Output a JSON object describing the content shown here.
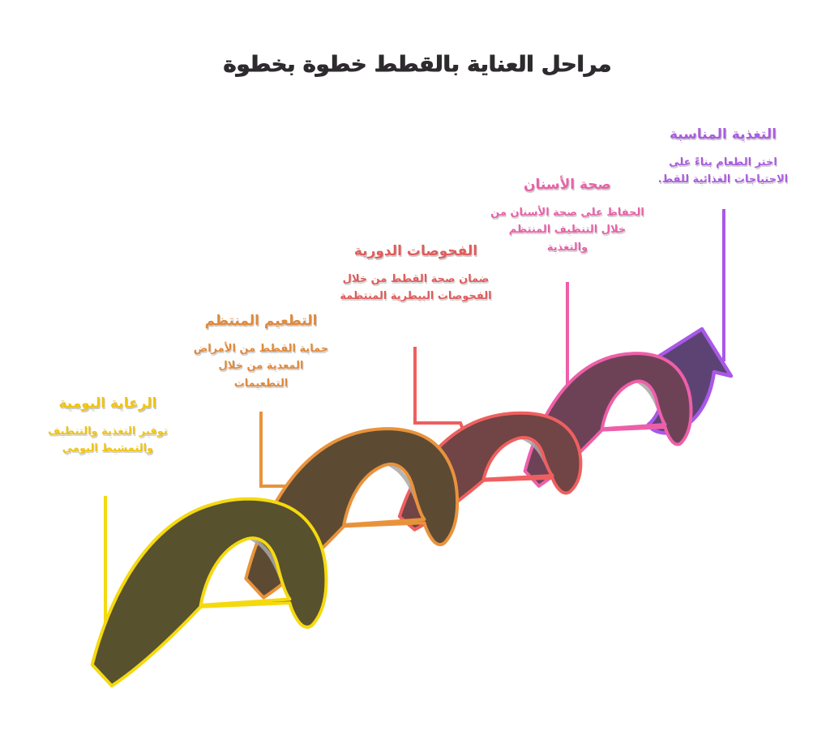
{
  "title": "مراحل العناية بالقطط خطوة بخطوة",
  "title_color": "#2e2b2e",
  "background_color": "#ffffff",
  "fold_shadow_color": "#a8a8a8",
  "stages": [
    {
      "header": "الرعاية اليومية",
      "body": "توفير التغذية والتنظيف والتمشيط اليومي",
      "outline_color": "#f5d90f",
      "fill_color": "#57512e",
      "text_color": "#f0c413"
    },
    {
      "header": "التطعيم المنتظم",
      "body": "حماية القطط من الأمراض المعدية من خلال التطعيمات",
      "outline_color": "#e8933c",
      "fill_color": "#5d4a33",
      "text_color": "#e08a3c"
    },
    {
      "header": "الفحوصات الدورية",
      "body": "ضمان صحة القطط من خلال الفحوصات البيطرية المنتظمة",
      "outline_color": "#ef5f5f",
      "fill_color": "#714445",
      "text_color": "#e05c5c"
    },
    {
      "header": "صحة الأسنان",
      "body": "الحفاظ على صحة الأسنان من خلال التنظيف المنتظم والتغذية",
      "outline_color": "#ee5fa9",
      "fill_color": "#6d4257",
      "text_color": "#e763a8"
    },
    {
      "header": "التغذية المناسبة",
      "body": "اختر الطعام بناءً على الاحتياجات الغذائية للقط.",
      "outline_color": "#a958e8",
      "fill_color": "#5d4374",
      "text_color": "#ab5ce0"
    }
  ]
}
